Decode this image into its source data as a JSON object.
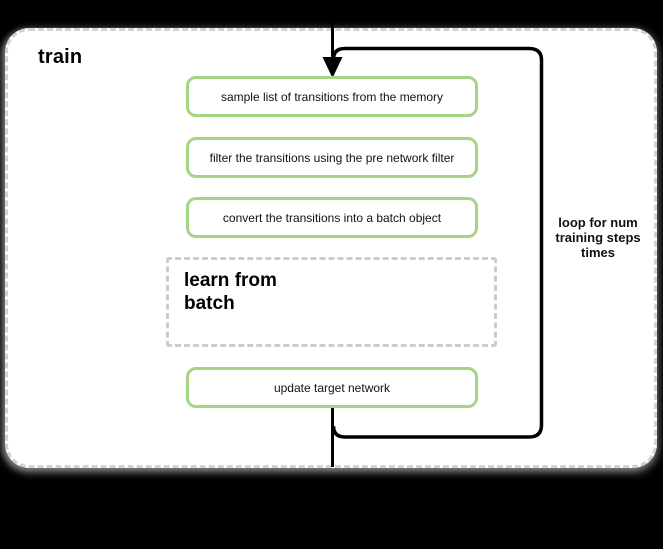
{
  "colors": {
    "accent_green": "#a5d484",
    "dash_gray": "#d2d2d2",
    "line_black": "#000000",
    "canvas_bg": "#000000",
    "panel_bg": "#ffffff"
  },
  "diagram": {
    "boundary_label": "train",
    "steps": [
      {
        "label": "sample list of transitions from the memory"
      },
      {
        "label": "filter the transitions using the pre network filter"
      },
      {
        "label": "convert the transitions into a batch object"
      },
      {
        "label": "update target network"
      }
    ],
    "learn_from_batch_label": "learn from batch",
    "loop_label": "loop for num training steps times"
  }
}
